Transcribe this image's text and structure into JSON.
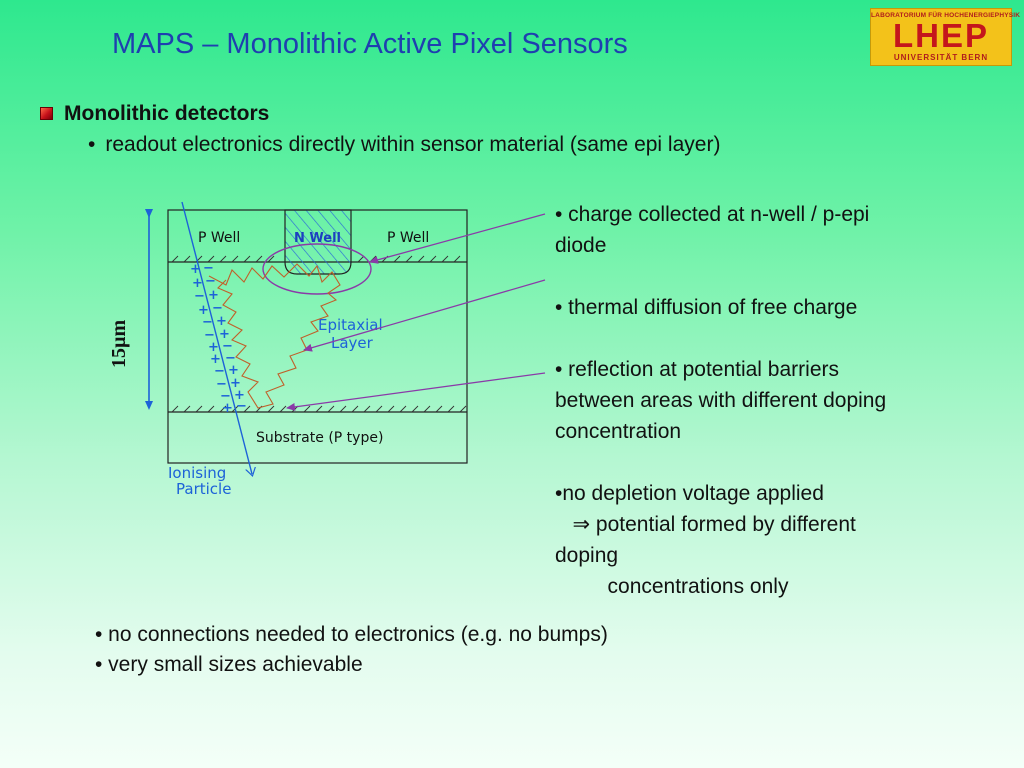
{
  "title": "MAPS – Monolithic Active Pixel Sensors",
  "logo": {
    "top": "LABORATORIUM FÜR HOCHENERGIEPHYSIK",
    "main": "LHEP",
    "bottom": "UNIVERSITÄT BERN",
    "color_bg": "#f3c21a",
    "color_text": "#c4161c"
  },
  "heading": "Monolithic detectors",
  "sub_bullet": {
    "symbol": "•",
    "text": "readout electronics directly within sensor material (same epi layer)"
  },
  "diagram": {
    "p_well_left": "P Well",
    "n_well": "N Well",
    "p_well_right": "P Well",
    "epitaxial": "Epitaxial",
    "layer": "Layer",
    "substrate": "Substrate (P type)",
    "ionising": "Ionising",
    "particle": "Particle",
    "thickness": "15µm"
  },
  "right_list": {
    "item1_line1": "• charge collected at  n-well / p-epi",
    "item1_line2": "diode",
    "item2": "• thermal diffusion of free charge",
    "item3_line1": "• reflection at potential barriers",
    "item3_line2": "between areas with different doping",
    "item3_line3": "concentration",
    "item4_line1": "•no depletion voltage applied",
    "item4_line2": "   ⇒ potential formed by different",
    "item4_line3": "doping",
    "item4_line4": "         concentrations only"
  },
  "bottom": {
    "line1": "• no connections needed to electronics (e.g. no bumps)",
    "line2": "• very small sizes achievable"
  },
  "colors": {
    "title": "#1f3fb0",
    "arrows": "#8a3aa8",
    "diagram_blue": "#1d62d8"
  }
}
